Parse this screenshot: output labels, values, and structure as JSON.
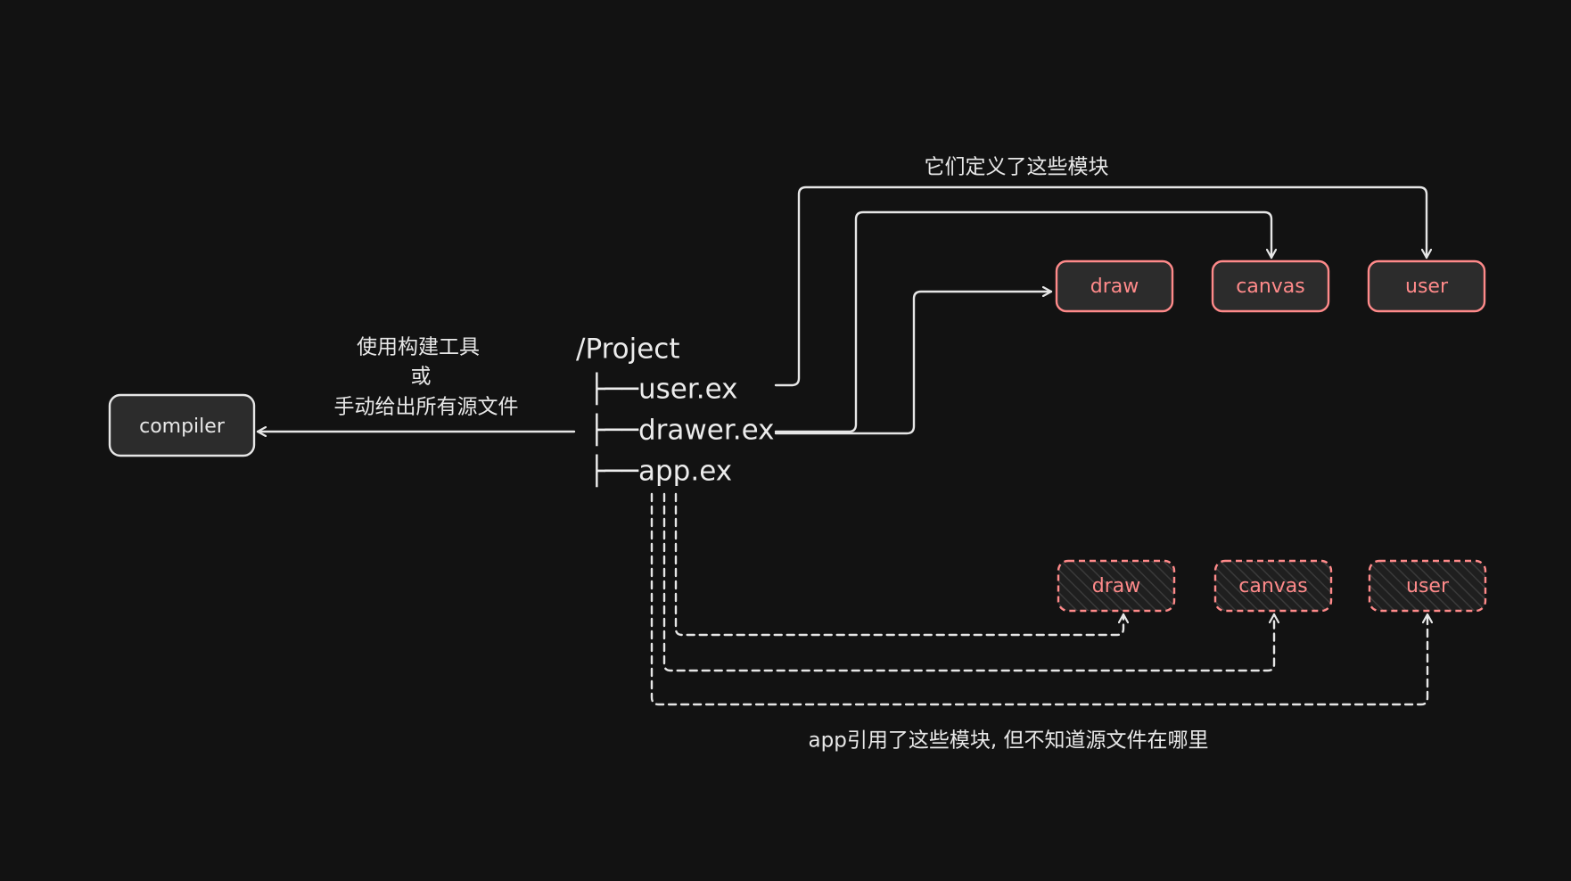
{
  "project": {
    "root": "/Project",
    "files": [
      {
        "key": "user",
        "name": "├──user.ex"
      },
      {
        "key": "drawer",
        "name": "├──drawer.ex"
      },
      {
        "key": "app",
        "name": "├──app.ex"
      }
    ]
  },
  "compiler": {
    "label": "compiler"
  },
  "build_note": {
    "lines": [
      "使用构建工具",
      "或",
      "手动给出所有源文件"
    ]
  },
  "defined_caption": "它们定义了这些模块",
  "referenced_caption": "app引用了这些模块, 但不知道源文件在哪里",
  "defined_modules": [
    "draw",
    "canvas",
    "user"
  ],
  "referenced_modules": [
    "draw",
    "canvas",
    "user"
  ],
  "colors": {
    "background": "#121212",
    "line": "#e6e6e6",
    "module_border": "#ff8a8a",
    "module_text": "#ff8a8a",
    "compiler_border": "#e6e6e6",
    "box_fill": "#2c2c2c"
  }
}
